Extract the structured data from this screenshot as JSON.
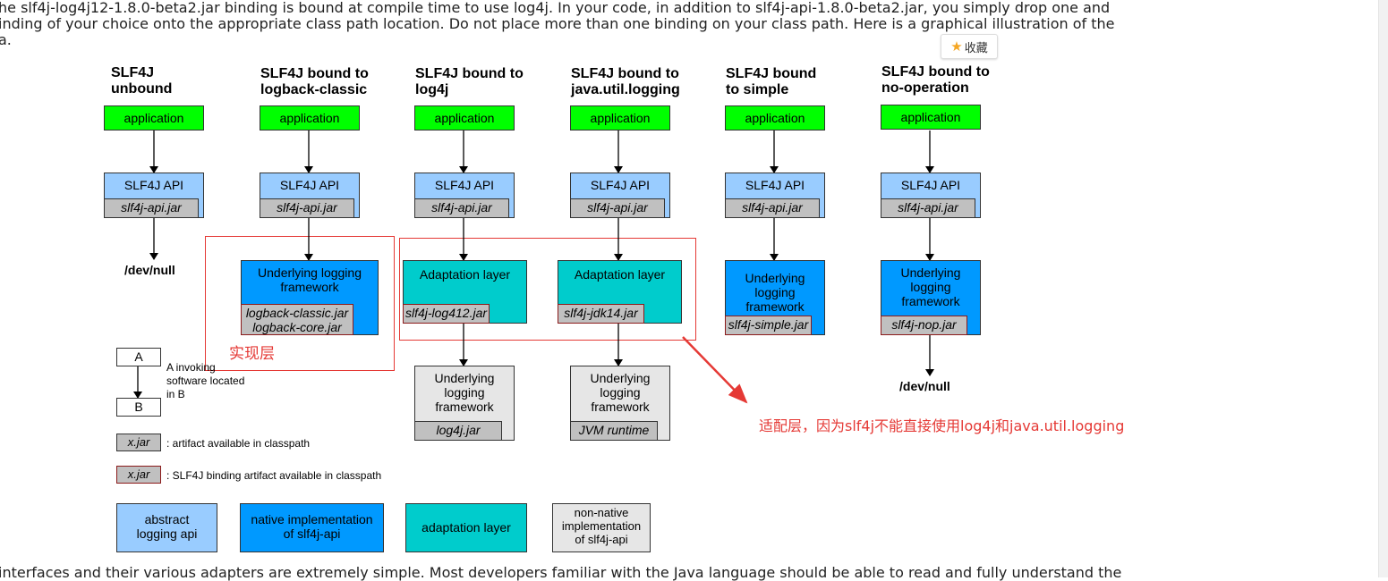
{
  "paragraph_top": {
    "line1": "he slf4j-log4j12-1.8.0-beta2.jar binding is bound at compile time to use log4j. In your code, in addition to slf4j-api-1.8.0-beta2.jar, you simply drop one and",
    "line2": "inding of your choice onto the appropriate class path location. Do not place more than one binding on your class path. Here is a graphical illustration of the",
    "line3": "a."
  },
  "paragraph_bottom": "interfaces and their various adapters are extremely simple. Most developers familiar with the Java language should be able to read and fully understand the",
  "favorite_button": {
    "label": "收藏",
    "icon": "star-icon"
  },
  "columns": [
    {
      "title1": "SLF4J",
      "title2": "unbound",
      "app": "application",
      "api": "SLF4J API",
      "api_jar": "slf4j-api.jar",
      "end": "/dev/null"
    },
    {
      "title1": "SLF4J bound to",
      "title2": "logback-classic",
      "app": "application",
      "api": "SLF4J API",
      "api_jar": "slf4j-api.jar",
      "impl1": "Underlying logging",
      "impl2": "framework",
      "jar1": "logback-classic.jar",
      "jar2": "logback-core.jar"
    },
    {
      "title1": "SLF4J bound to",
      "title2": "log4j",
      "app": "application",
      "api": "SLF4J API",
      "api_jar": "slf4j-api.jar",
      "adapt": "Adaptation layer",
      "adapt_jar": "slf4j-log412.jar",
      "under1": "Underlying",
      "under2": "logging",
      "under3": "framework",
      "under_jar": "log4j.jar"
    },
    {
      "title1": "SLF4J bound to",
      "title2": "java.util.logging",
      "app": "application",
      "api": "SLF4J API",
      "api_jar": "slf4j-api.jar",
      "adapt": "Adaptation layer",
      "adapt_jar": "slf4j-jdk14.jar",
      "under1": "Underlying",
      "under2": "logging",
      "under3": "framework",
      "under_jar": "JVM runtime"
    },
    {
      "title1": "SLF4J bound",
      "title2": "to simple",
      "app": "application",
      "api": "SLF4J API",
      "api_jar": "slf4j-api.jar",
      "impl1": "Underlying",
      "impl2": "logging",
      "impl3": "framework",
      "jar": "slf4j-simple.jar"
    },
    {
      "title1": "SLF4J bound to",
      "title2": "no-operation",
      "app": "application",
      "api": "SLF4J API",
      "api_jar": "slf4j-api.jar",
      "impl1": "Underlying",
      "impl2": "logging",
      "impl3": "framework",
      "jar": "slf4j-nop.jar",
      "end": "/dev/null"
    }
  ],
  "legend": {
    "a": "A",
    "b": "B",
    "ab_desc1": "A invoking",
    "ab_desc2": "software located",
    "ab_desc3": "in B",
    "jar_label": "x.jar",
    "jar_desc": ": artifact available in classpath",
    "binding_label": "x.jar",
    "binding_desc": ": SLF4J binding artifact available in classpath",
    "abstract1": "abstract",
    "abstract2": "logging api",
    "native1": "native implementation",
    "native2": "of slf4j-api",
    "adaptation": "adaptation layer",
    "nonnative1": "non-native",
    "nonnative2": "implementation",
    "nonnative3": "of slf4j-api"
  },
  "annotations": {
    "impl_layer": "实现层",
    "adapt_layer": "适配层，因为slf4j不能直接使用log4j和java.util.logging"
  },
  "colors": {
    "application": "#00ff00",
    "abstract_api": "#99ccff",
    "native_impl": "#0099ff",
    "adaptation": "#00cccc",
    "non_native": "#e6e6e6",
    "jar": "#c0c0c0",
    "annotation": "#e53935"
  }
}
